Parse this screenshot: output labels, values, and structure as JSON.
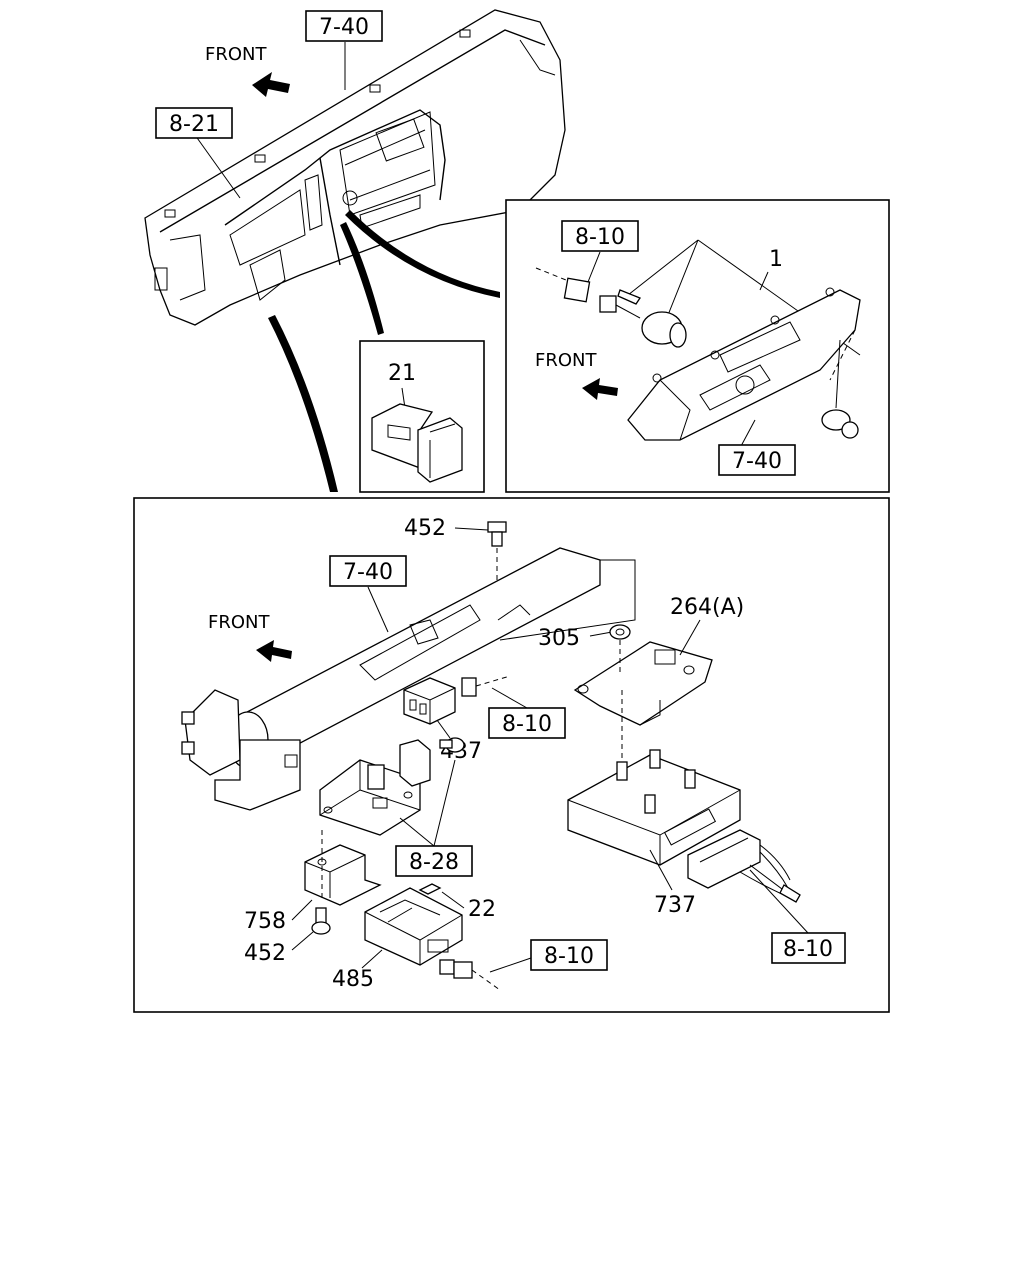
{
  "labels": {
    "front_top": "FRONT",
    "front_right": "FRONT",
    "front_bottom": "FRONT",
    "ref_top_740": "7-40",
    "ref_821": "8-21",
    "ref_right_810": "8-10",
    "part_1": "1",
    "ref_right_740": "7-40",
    "part_21": "21",
    "part_452_top": "452",
    "ref_bottom_740": "7-40",
    "part_264a": "264(A)",
    "part_305": "305",
    "ref_mid_810": "8-10",
    "part_437": "437",
    "ref_828": "8-28",
    "part_737": "737",
    "part_22": "22",
    "part_758": "758",
    "part_452_bottom": "452",
    "part_485": "485",
    "ref_lower_810": "8-10",
    "ref_harness_810": "8-10"
  }
}
